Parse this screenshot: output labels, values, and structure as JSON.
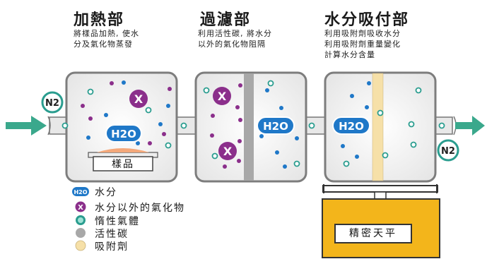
{
  "sections": [
    {
      "title": "加熱部",
      "desc": [
        "將樣品加熱, 使水",
        "分及氣化物蒸發"
      ]
    },
    {
      "title": "過濾部",
      "desc": [
        "利用活性碳, 將水分",
        "以外的氣化物阻隔"
      ]
    },
    {
      "title": "水分吸付部",
      "desc": [
        "利用吸附劑吸收水分",
        "利用吸附劑重量變化",
        "計算水分含量"
      ]
    }
  ],
  "labels": {
    "sample": "樣品",
    "h2o": "H2O",
    "x_mark": "X",
    "n2": "N2",
    "balance": "精密天平"
  },
  "legend": [
    {
      "icon": "h2o-icon",
      "label": "水分"
    },
    {
      "icon": "x-molecule-icon",
      "label": "水分以外的氣化物"
    },
    {
      "icon": "n2-molecule-icon",
      "label": "惰性氣體"
    },
    {
      "icon": "activated-carbon-icon",
      "label": "活性碳"
    },
    {
      "icon": "adsorbent-icon",
      "label": "吸附劑"
    }
  ],
  "colors": {
    "water": "#1f78c8",
    "other_gas": "#8b2f8b",
    "inert_gas": "#2a9d8f",
    "carbon": "#a8a8a8",
    "adsorbent": "#f6e0a8",
    "arrow": "#3aa88c",
    "balance": "#f3b51b",
    "sample": "#f4a87a"
  }
}
